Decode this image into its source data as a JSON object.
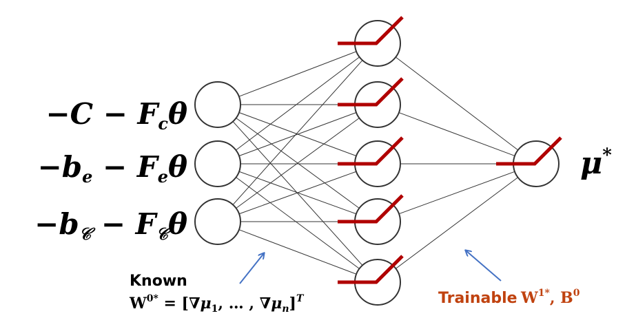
{
  "colors": {
    "relu": "#b00000",
    "trainable_text": "#c0420f",
    "arrow": "#4472c4",
    "node_stroke": "#333333",
    "edge": "#333333"
  },
  "icons": {
    "activation": "relu-activation-icon",
    "annotation_arrow": "arrow-icon"
  },
  "input_labels": [
    {
      "minus": "−",
      "a": "C",
      "a_sub": "",
      "b": "F",
      "b_sub": "c",
      "tail": "θ"
    },
    {
      "minus": "−",
      "a": "b",
      "a_sub": "e",
      "b": "F",
      "b_sub": "e",
      "tail": "θ"
    },
    {
      "minus": "−",
      "a": "b",
      "a_sub": "𝒞",
      "b": "F",
      "b_sub": "𝒞",
      "tail": "θ"
    }
  ],
  "output_label": {
    "symbol": "μ",
    "sup": "*"
  },
  "known": {
    "title": "Known",
    "formula_lhs": "W",
    "formula_lhs_sup": "0*",
    "formula_eq": " = [∇",
    "mu1": "μ",
    "mu1_sub": "1",
    "middle": ", … , ∇",
    "mun": "μ",
    "mun_sub": "n",
    "close": "]",
    "close_sup": "T"
  },
  "trainable": {
    "title": "Trainable",
    "w": "W",
    "w_sup": "1*",
    "sep": ", ",
    "b": "B",
    "b_sup": "0"
  }
}
